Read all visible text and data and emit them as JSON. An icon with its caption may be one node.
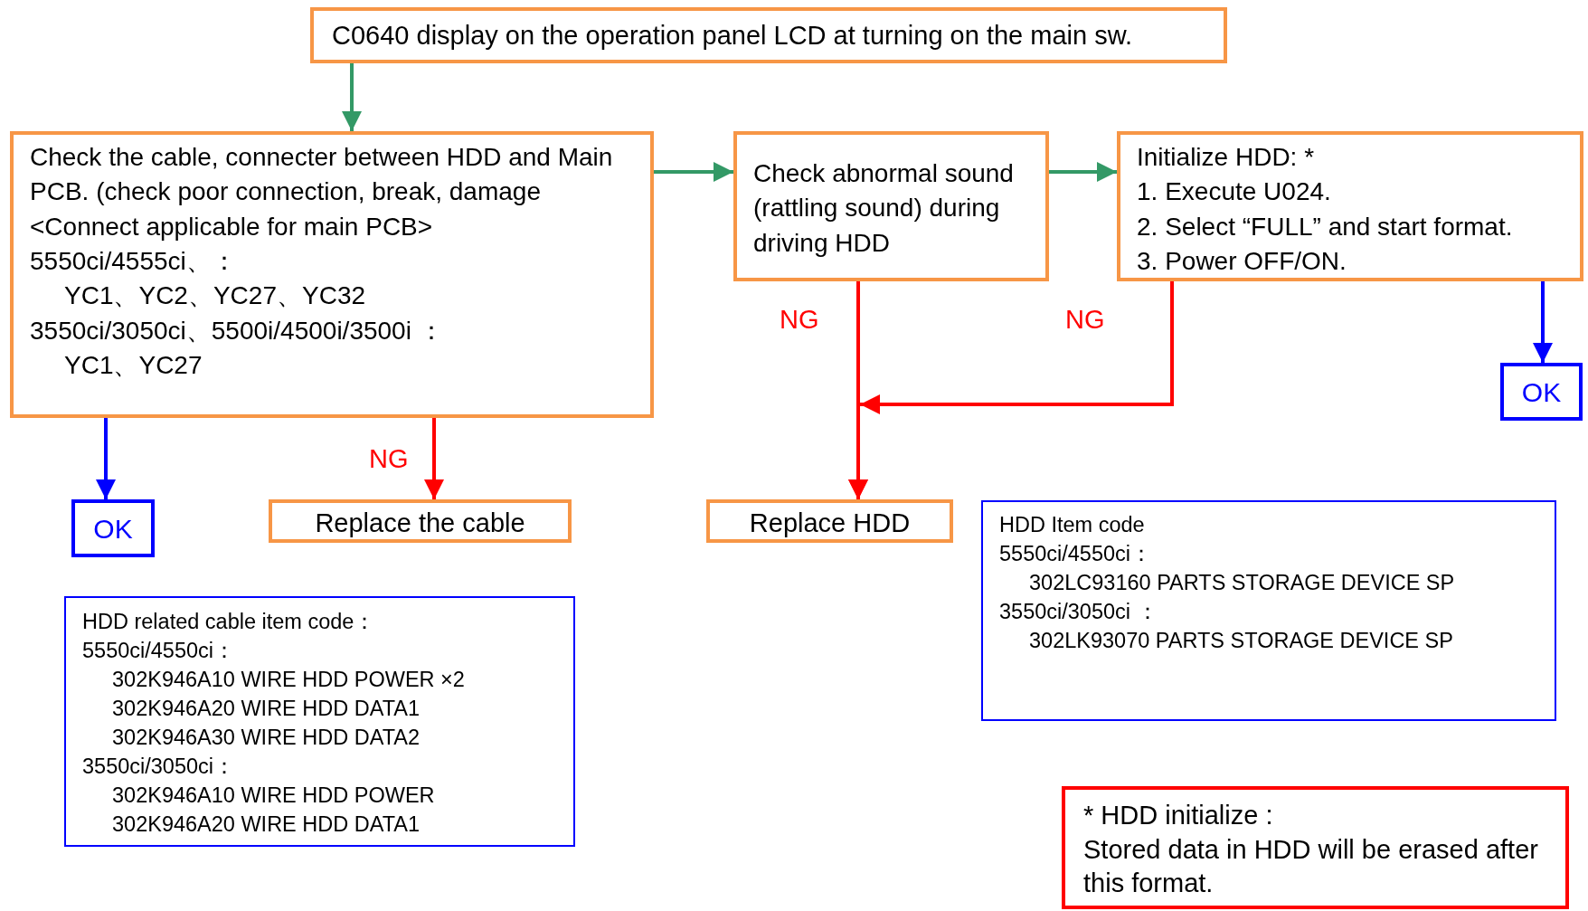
{
  "diagram": {
    "nodes": [
      {
        "text": [
          "C0640 display on the operation panel LCD at turning on the main sw."
        ]
      },
      {
        "text": [
          "Check the cable, connecter between HDD and Main PCB. (check poor connection, break, damage",
          "<Connect applicable for main PCB>",
          "5550ci/4555ci、：",
          "YC1、YC2、YC27、YC32",
          "3550ci/3050ci、5500i/4500i/3500i ：",
          "YC1、YC27"
        ]
      },
      {
        "text": [
          "Check abnormal sound (rattling sound) during driving HDD"
        ]
      },
      {
        "text": [
          "Initialize HDD: *",
          "1. Execute U024.",
          "2. Select “FULL” and start format.",
          "3. Power OFF/ON."
        ]
      },
      {
        "text": [
          "OK"
        ]
      },
      {
        "text": [
          "Replace the cable"
        ]
      },
      {
        "text": [
          "Replace HDD"
        ]
      },
      {
        "text": [
          "OK"
        ]
      },
      {
        "text": [
          "HDD related cable item code：",
          "5550ci/4550ci：",
          "302K946A10 WIRE HDD POWER ×2",
          "302K946A20 WIRE HDD DATA1",
          "302K946A30 WIRE HDD DATA2",
          "3550ci/3050ci：",
          "302K946A10 WIRE HDD POWER",
          "302K946A20 WIRE HDD DATA1"
        ]
      },
      {
        "text": [
          "HDD Item code",
          "5550ci/4550ci：",
          "302LC93160 PARTS STORAGE DEVICE SP",
          "3550ci/3050ci ：",
          "302LK93070 PARTS STORAGE DEVICE SP"
        ]
      },
      {
        "text": [
          "* HDD initialize :",
          "Stored data in HDD will be erased after this format."
        ]
      }
    ],
    "edges": [
      {
        "from": 0,
        "to": 1,
        "arrow": "to"
      },
      {
        "from": 1,
        "to": 2,
        "arrow": "to"
      },
      {
        "from": 2,
        "to": 3,
        "arrow": "to"
      },
      {
        "from": 1,
        "to": 4,
        "arrow": "to",
        "color": "#0000ff"
      },
      {
        "from": 1,
        "to": 5,
        "arrow": "to",
        "label": "NG",
        "color": "#ff0000"
      },
      {
        "from": 2,
        "to": 6,
        "arrow": "to",
        "label": "NG",
        "color": "#ff0000"
      },
      {
        "from": 3,
        "to": 6,
        "arrow": "to",
        "label": "NG",
        "color": "#ff0000"
      },
      {
        "from": 3,
        "to": 7,
        "arrow": "to",
        "color": "#0000ff"
      }
    ]
  }
}
